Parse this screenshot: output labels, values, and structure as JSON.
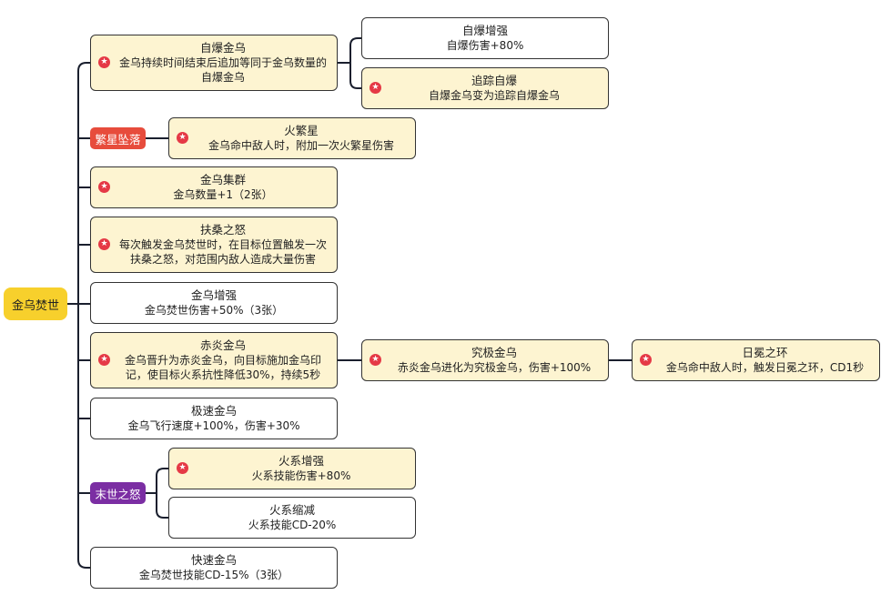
{
  "colors": {
    "line": "#1a1f2e",
    "node_yellow": "#fdf4d1",
    "node_white": "#ffffff",
    "root": "#f7d02c",
    "tag_red": "#e74c3c",
    "tag_purple": "#7b2ea3",
    "star": "#e53946"
  },
  "root": {
    "label": "金乌焚世"
  },
  "tags": {
    "fanxing": {
      "label": "繁星坠落"
    },
    "moshi": {
      "label": "末世之怒"
    }
  },
  "nodes": {
    "zibao_jinwu": {
      "title": "自爆金乌",
      "desc": "金乌持续时间结束后追加等同于金乌数量的自爆金乌"
    },
    "zibao_zengqiang": {
      "title": "自爆增强",
      "desc": "自爆伤害+80%"
    },
    "zhuizong_zibao": {
      "title": "追踪自爆",
      "desc": "自爆金乌变为追踪自爆金乌"
    },
    "huofanxing": {
      "title": "火繁星",
      "desc": "金乌命中敌人时，附加一次火繁星伤害"
    },
    "jinwu_jiqun": {
      "title": "金乌集群",
      "desc": "金乌数量+1（2张）"
    },
    "fusang_zhinu": {
      "title": "扶桑之怒",
      "desc": "每次触发金乌焚世时，在目标位置触发一次扶桑之怒，对范围内敌人造成大量伤害"
    },
    "jinwu_zengqiang": {
      "title": "金乌增强",
      "desc": "金乌焚世伤害+50%（3张）"
    },
    "chiyan_jinwu": {
      "title": "赤炎金乌",
      "desc": "金乌晋升为赤炎金乌，向目标施加金乌印记，使目标火系抗性降低30%，持续5秒"
    },
    "jiuji_jinwu": {
      "title": "究极金乌",
      "desc": "赤炎金乌进化为究极金乌，伤害+100%"
    },
    "rimian_zhihuan": {
      "title": "日冕之环",
      "desc": "金乌命中敌人时，触发日冕之环，CD1秒"
    },
    "jisu_jinwu": {
      "title": "极速金乌",
      "desc": "金乌飞行速度+100%，伤害+30%"
    },
    "huoxi_zengqiang": {
      "title": "火系增强",
      "desc": "火系技能伤害+80%"
    },
    "huoxi_suojian": {
      "title": "火系缩减",
      "desc": "火系技能CD-20%"
    },
    "kuaisu_jinwu": {
      "title": "快速金乌",
      "desc": "金乌焚世技能CD-15%（3张）"
    }
  }
}
